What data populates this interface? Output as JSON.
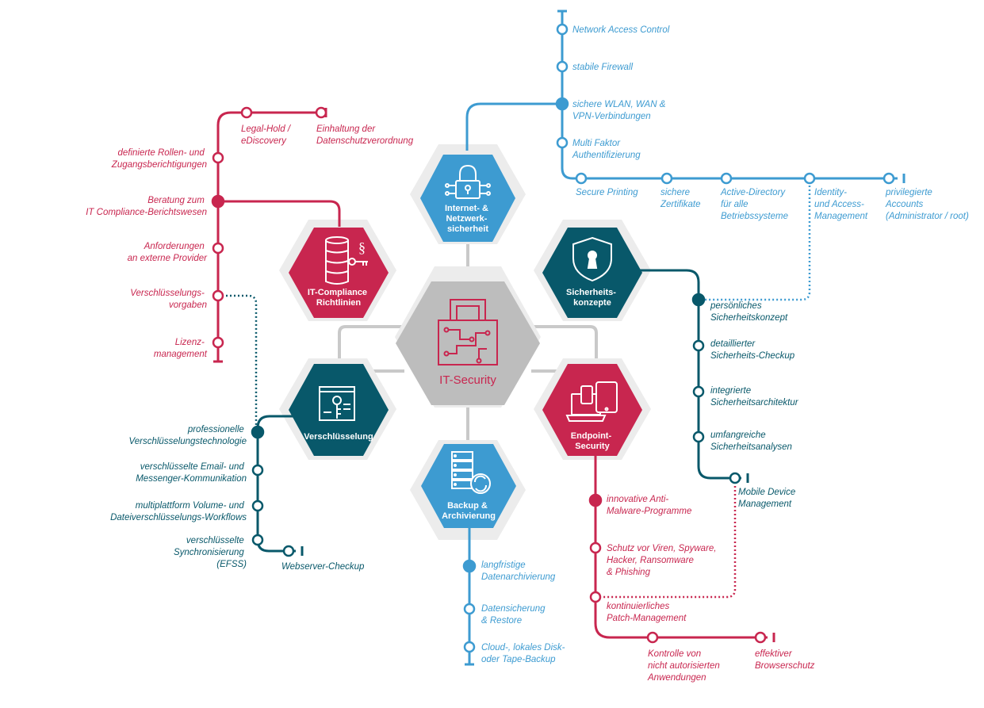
{
  "colors": {
    "red": "#c8264f",
    "blue": "#3d9bd1",
    "teal": "#08586a",
    "grey_hex": "#bdbdbd",
    "shadow_hex": "#ececec"
  },
  "center": {
    "label": "IT-Security",
    "icon": "circuit-lock-icon"
  },
  "hexes": {
    "internet": {
      "lines": [
        "Internet- &",
        "Netzwerk-",
        "sicherheit"
      ],
      "icon": "padlock-icon"
    },
    "compliance": {
      "lines": [
        "IT-Compliance",
        "Richtlinien"
      ],
      "icon": "database-paragraph-icon"
    },
    "sicherheit": {
      "lines": [
        "Sicherheits-",
        "konzepte"
      ],
      "icon": "shield-keyhole-icon"
    },
    "verschluesselung": {
      "lines": [
        "Verschlüsselung"
      ],
      "icon": "document-key-icon"
    },
    "endpoint": {
      "lines": [
        "Endpoint-",
        "Security"
      ],
      "icon": "devices-icon"
    },
    "backup": {
      "lines": [
        "Backup &",
        "Archivierung"
      ],
      "icon": "server-sync-icon"
    }
  },
  "labels": {
    "nac": [
      "Network Access Control"
    ],
    "firewall": [
      "stabile Firewall"
    ],
    "wlan": [
      "sichere WLAN, WAN &",
      "VPN-Verbindungen"
    ],
    "mfa": [
      "Multi Faktor",
      "Authentifizierung"
    ],
    "printing": [
      "Secure Printing"
    ],
    "zertifikate": [
      "sichere",
      "Zertifikate"
    ],
    "ad": [
      "Active-Directory",
      "für alle",
      "Betriebssysteme"
    ],
    "iam": [
      "Identity-",
      "und Access-",
      "Management"
    ],
    "priv": [
      "privilegierte",
      "Accounts",
      "(Administrator / root)"
    ],
    "legal": [
      "Legal-Hold /",
      "eDiscovery"
    ],
    "dsgvo": [
      "Einhaltung der",
      "Datenschutzverordnung"
    ],
    "rollen": [
      "definierte Rollen- und",
      "Zugangsberichtigungen"
    ],
    "beratung": [
      "Beratung zum",
      "IT Compliance-Berichtswesen"
    ],
    "anforderungen": [
      "Anforderungen",
      "an externe Provider"
    ],
    "vorgaben": [
      "Verschlüsselungs-",
      "vorgaben"
    ],
    "lizenz": [
      "Lizenz-",
      "management"
    ],
    "persoenlich": [
      "persönliches",
      "Sicherheitskonzept"
    ],
    "checkup": [
      "detaillierter",
      "Sicherheits-Checkup"
    ],
    "architektur": [
      "integrierte",
      "Sicherheitsarchitektur"
    ],
    "analysen": [
      "umfangreiche",
      "Sicherheitsanalysen"
    ],
    "mdm": [
      "Mobile Device",
      "Management"
    ],
    "proftech": [
      "professionelle",
      "Verschlüsselungstechnologie"
    ],
    "email": [
      "verschlüsselte Email- und",
      "Messenger-Kommunikation"
    ],
    "multiplatt": [
      "multiplattform Volume- und",
      "Dateiverschlüsselungs-Workflows"
    ],
    "sync": [
      "verschlüsselte",
      "Synchronisierung",
      "(EFSS)"
    ],
    "webserver": [
      "Webserver-Checkup"
    ],
    "antimal": [
      "innovative Anti-",
      "Malware-Programme"
    ],
    "viren": [
      "Schutz vor Viren, Spyware,",
      "Hacker, Ransomware",
      "& Phishing"
    ],
    "patch": [
      "kontinuierliches",
      "Patch-Management"
    ],
    "kontrolle": [
      "Kontrolle von",
      "nicht autorisierten",
      "Anwendungen"
    ],
    "browser": [
      "effektiver",
      "Browserschutz"
    ],
    "langfristig": [
      "langfristige",
      "Datenarchivierung"
    ],
    "restore": [
      "Datensicherung",
      "& Restore"
    ],
    "cloud": [
      "Cloud-, lokales Disk-",
      "oder Tape-Backup"
    ]
  }
}
